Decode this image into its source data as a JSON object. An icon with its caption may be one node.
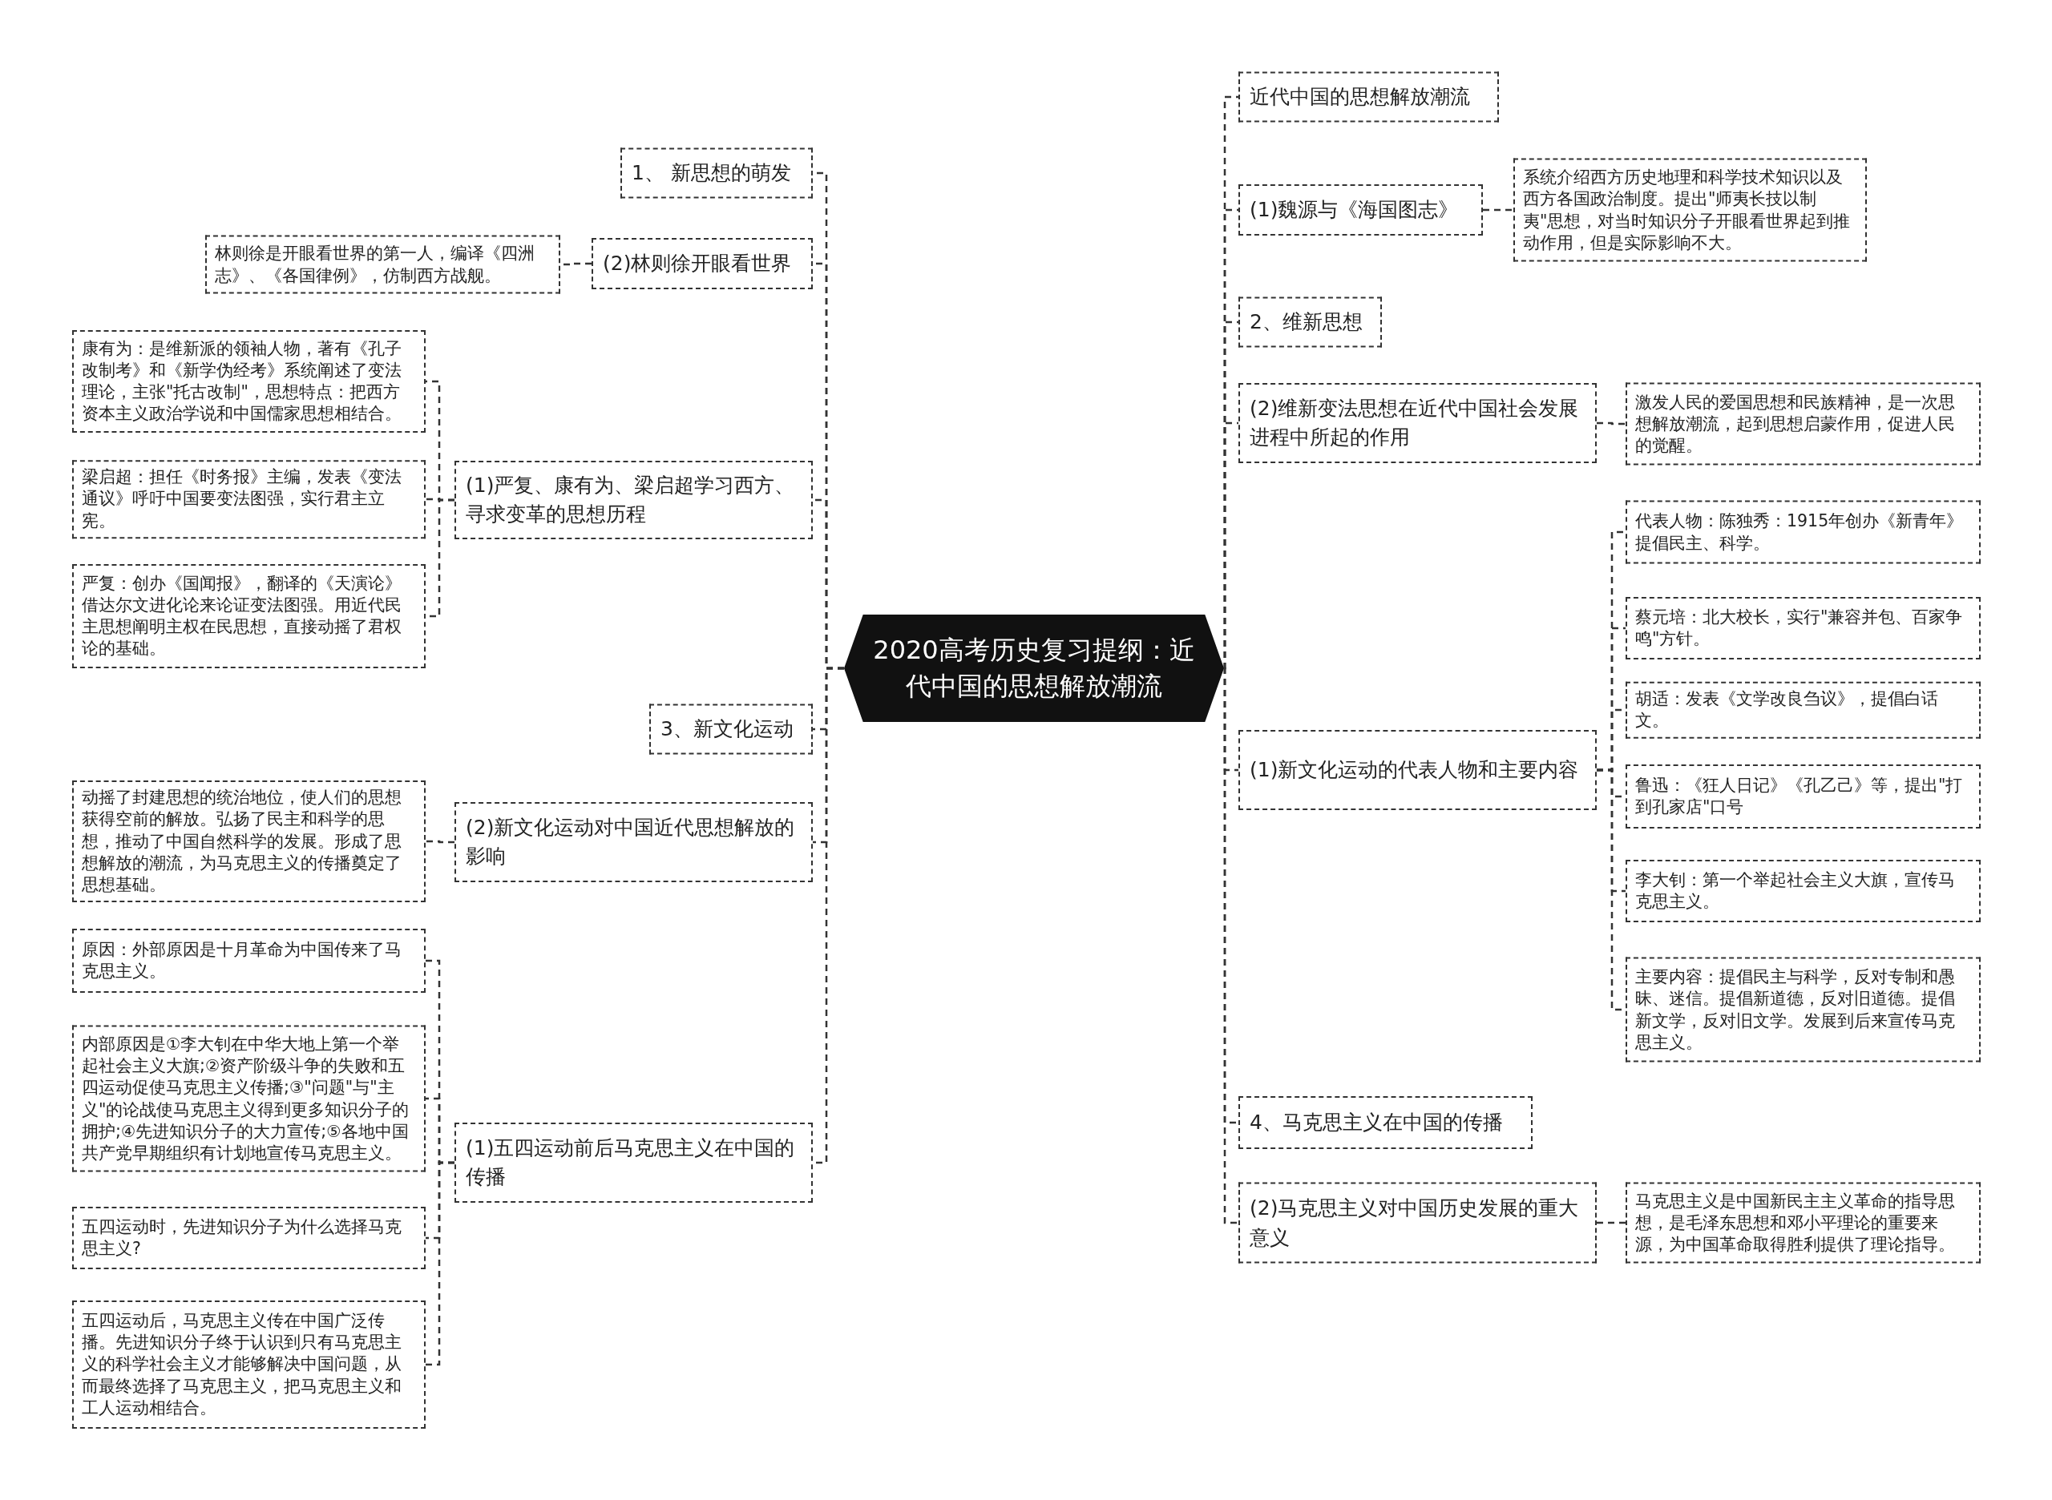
{
  "diagram": {
    "nodes": [
      {
        "text": [
          "2020高考历史复习提纲：近代中国的思想解放潮流"
        ]
      },
      {
        "text": [
          "1、 新思想的萌发"
        ]
      },
      {
        "text": [
          "(2)林则徐开眼看世界"
        ]
      },
      {
        "text": [
          "林则徐是开眼看世界的第一人，编译《四洲志》、《各国律例》，仿制西方战舰。"
        ]
      },
      {
        "text": [
          "(1)严复、康有为、梁启超学习西方、寻求变革的思想历程"
        ]
      },
      {
        "text": [
          "康有为：是维新派的领袖人物，著有《孔子改制考》和《新学伪经考》系统阐述了变法理论，主张\"托古改制\"，思想特点：把西方资本主义政治学说和中国儒家思想相结合。"
        ]
      },
      {
        "text": [
          "梁启超：担任《时务报》主编，发表《变法通议》呼吁中国要变法图强，实行君主立宪。"
        ]
      },
      {
        "text": [
          "严复：创办《国闻报》，翻译的《天演论》借达尔文进化论来论证变法图强。用近代民主思想阐明主权在民思想，直接动摇了君权论的基础。"
        ]
      },
      {
        "text": [
          "3、新文化运动"
        ]
      },
      {
        "text": [
          "(2)新文化运动对中国近代思想解放的影响"
        ]
      },
      {
        "text": [
          "动摇了封建思想的统治地位，使人们的思想获得空前的解放。弘扬了民主和科学的思想，推动了中国自然科学的发展。形成了思想解放的潮流，为马克思主义的传播奠定了思想基础。"
        ]
      },
      {
        "text": [
          "(1)五四运动前后马克思主义在中国的传播"
        ]
      },
      {
        "text": [
          "原因：外部原因是十月革命为中国传来了马克思主义。"
        ]
      },
      {
        "text": [
          "内部原因是①李大钊在中华大地上第一个举起社会主义大旗;②资产阶级斗争的失败和五四运动促使马克思主义传播;③\"问题\"与\"主义\"的论战使马克思主义得到更多知识分子的拥护;④先进知识分子的大力宣传;⑤各地中国共产党早期组织有计划地宣传马克思主义。"
        ]
      },
      {
        "text": [
          "五四运动时，先进知识分子为什么选择马克思主义?"
        ]
      },
      {
        "text": [
          "五四运动后，马克思主义传在中国广泛传播。先进知识分子终于认识到只有马克思主义的科学社会主义才能够解决中国问题，从而最终选择了马克思主义，把马克思主义和工人运动相结合。"
        ]
      },
      {
        "text": [
          "近代中国的思想解放潮流"
        ]
      },
      {
        "text": [
          "(1)魏源与《海国图志》"
        ]
      },
      {
        "text": [
          "系统介绍西方历史地理和科学技术知识以及西方各国政治制度。提出\"师夷长技以制夷\"思想，对当时知识分子开眼看世界起到推动作用，但是实际影响不大。"
        ]
      },
      {
        "text": [
          "2、维新思想"
        ]
      },
      {
        "text": [
          "(2)维新变法思想在近代中国社会发展进程中所起的作用"
        ]
      },
      {
        "text": [
          "激发人民的爱国思想和民族精神，是一次思想解放潮流，起到思想启蒙作用，促进人民的觉醒。"
        ]
      },
      {
        "text": [
          "(1)新文化运动的代表人物和主要内容"
        ]
      },
      {
        "text": [
          "代表人物：陈独秀：1915年创办《新青年》提倡民主、科学。"
        ]
      },
      {
        "text": [
          "蔡元培：北大校长，实行\"兼容并包、百家争鸣\"方针。"
        ]
      },
      {
        "text": [
          "胡适：发表《文学改良刍议》，提倡白话文。"
        ]
      },
      {
        "text": [
          "鲁迅：《狂人日记》《孔乙己》等，提出\"打到孔家店\"口号"
        ]
      },
      {
        "text": [
          "李大钊：第一个举起社会主义大旗，宣传马克思主义。"
        ]
      },
      {
        "text": [
          "主要内容：提倡民主与科学，反对专制和愚昧、迷信。提倡新道德，反对旧道德。提倡新文学，反对旧文学。发展到后来宣传马克思主义。"
        ]
      },
      {
        "text": [
          "4、马克思主义在中国的传播"
        ]
      },
      {
        "text": [
          "(2)马克思主义对中国历史发展的重大意义"
        ]
      },
      {
        "text": [
          "马克思主义是中国新民主主义革命的指导思想，是毛泽东思想和邓小平理论的重要来源，为中国革命取得胜利提供了理论指导。"
        ]
      }
    ],
    "edges": [
      {
        "from": 0,
        "to": 1,
        "arrow": "none"
      },
      {
        "from": 0,
        "to": 2,
        "arrow": "none"
      },
      {
        "from": 2,
        "to": 3,
        "arrow": "none"
      },
      {
        "from": 0,
        "to": 4,
        "arrow": "none"
      },
      {
        "from": 4,
        "to": 5,
        "arrow": "none"
      },
      {
        "from": 4,
        "to": 6,
        "arrow": "none"
      },
      {
        "from": 4,
        "to": 7,
        "arrow": "none"
      },
      {
        "from": 0,
        "to": 8,
        "arrow": "none"
      },
      {
        "from": 0,
        "to": 9,
        "arrow": "none"
      },
      {
        "from": 9,
        "to": 10,
        "arrow": "none"
      },
      {
        "from": 0,
        "to": 11,
        "arrow": "none"
      },
      {
        "from": 11,
        "to": 12,
        "arrow": "none"
      },
      {
        "from": 11,
        "to": 13,
        "arrow": "none"
      },
      {
        "from": 11,
        "to": 14,
        "arrow": "none"
      },
      {
        "from": 11,
        "to": 15,
        "arrow": "none"
      },
      {
        "from": 0,
        "to": 16,
        "arrow": "none"
      },
      {
        "from": 0,
        "to": 17,
        "arrow": "none"
      },
      {
        "from": 17,
        "to": 18,
        "arrow": "none"
      },
      {
        "from": 0,
        "to": 19,
        "arrow": "none"
      },
      {
        "from": 0,
        "to": 20,
        "arrow": "none"
      },
      {
        "from": 20,
        "to": 21,
        "arrow": "none"
      },
      {
        "from": 0,
        "to": 22,
        "arrow": "none"
      },
      {
        "from": 22,
        "to": 23,
        "arrow": "none"
      },
      {
        "from": 22,
        "to": 24,
        "arrow": "none"
      },
      {
        "from": 22,
        "to": 25,
        "arrow": "none"
      },
      {
        "from": 22,
        "to": 26,
        "arrow": "none"
      },
      {
        "from": 22,
        "to": 27,
        "arrow": "none"
      },
      {
        "from": 22,
        "to": 28,
        "arrow": "none"
      },
      {
        "from": 0,
        "to": 29,
        "arrow": "none"
      },
      {
        "from": 0,
        "to": 30,
        "arrow": "none"
      },
      {
        "from": 30,
        "to": 31,
        "arrow": "none"
      }
    ]
  }
}
